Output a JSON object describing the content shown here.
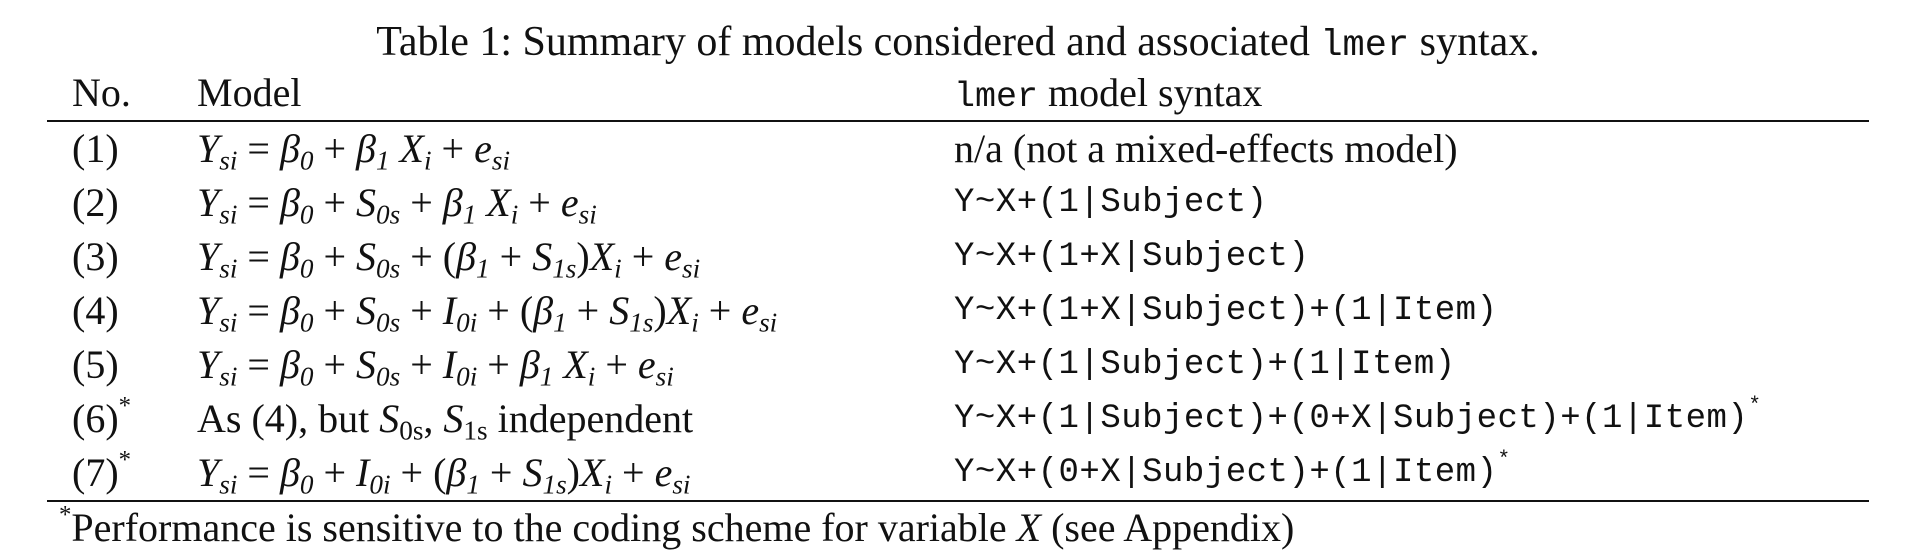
{
  "caption": {
    "prefix": "Table 1: Summary of models considered and associated ",
    "code": "lmer",
    "suffix": " syntax."
  },
  "headers": {
    "no": "No.",
    "model": "Model",
    "syntax_code": "lmer",
    "syntax_rest": " model syntax"
  },
  "rows": [
    {
      "no": "(1)",
      "no_mark": "",
      "model": "Y_si = β_0 + β_1 X_i + e_si",
      "syntax": "n/a (not a mixed-effects model)",
      "syntax_mark": ""
    },
    {
      "no": "(2)",
      "no_mark": "",
      "model": "Y_si = β_0 + S_0s + β_1 X_i + e_si",
      "syntax": "Y~X+(1|Subject)",
      "syntax_mark": ""
    },
    {
      "no": "(3)",
      "no_mark": "",
      "model": "Y_si = β_0 + S_0s + (β_1 + S_1s)X_i + e_si",
      "syntax": "Y~X+(1+X|Subject)",
      "syntax_mark": ""
    },
    {
      "no": "(4)",
      "no_mark": "",
      "model": "Y_si = β_0 + S_0s + I_0i + (β_1 + S_1s)X_i + e_si",
      "syntax": "Y~X+(1+X|Subject)+(1|Item)",
      "syntax_mark": ""
    },
    {
      "no": "(5)",
      "no_mark": "",
      "model": "Y_si = β_0 + S_0s + I_0i + β_1 X_i + e_si",
      "syntax": "Y~X+(1|Subject)+(1|Item)",
      "syntax_mark": ""
    },
    {
      "no": "(6)",
      "no_mark": "*",
      "model": "As (4), but S_0s, S_1s independent",
      "syntax": "Y~X+(1|Subject)+(0+X|Subject)+(1|Item)",
      "syntax_mark": "*"
    },
    {
      "no": "(7)",
      "no_mark": "*",
      "model": "Y_si = β_0 + I_0i + (β_1 + S_1s)X_i + e_si",
      "syntax": "Y~X+(0+X|Subject)+(1|Item)",
      "syntax_mark": "*"
    }
  ],
  "footnote": {
    "mark": "*",
    "text_before": "Performance is sensitive to the coding scheme for variable ",
    "variable": "X",
    "text_after": " (see Appendix)"
  }
}
